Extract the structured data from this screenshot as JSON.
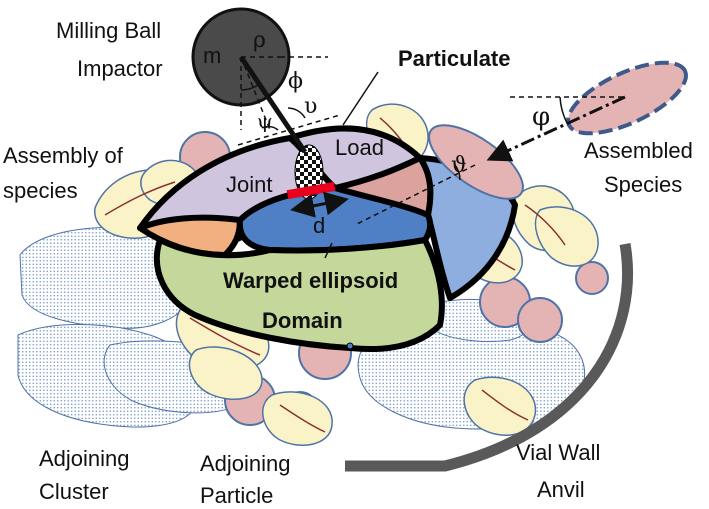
{
  "labels": {
    "milling_ball_line1": "Milling Ball",
    "milling_ball_line2": "Impactor",
    "mass_symbol": "m",
    "rho": "ρ",
    "phi": "ϕ",
    "upsilon": "υ",
    "psi": "ψ",
    "particulate": "Particulate",
    "load": "Load",
    "joint": "Joint",
    "d": "d",
    "assembly_line1": "Assembly of",
    "assembly_line2": "species",
    "assembled_line1": "Assembled",
    "assembled_line2": "Species",
    "varphi": "φ",
    "theta": "ϑ",
    "warped_line1": "Warped ellipsoid",
    "warped_line2": "Domain",
    "adjoining_cluster_line1": "Adjoining",
    "adjoining_cluster_line2": "Cluster",
    "adjoining_particle_line1": "Adjoining",
    "adjoining_particle_line2": "Particle",
    "vial_line1": "Vial Wall",
    "vial_line2": "Anvil"
  },
  "colors": {
    "ball": "#4a4a4a",
    "pink": "#e4b4b4",
    "petal": "#fbf3c8",
    "petal_edge": "#8a3030",
    "cluster_dots": "#7a9ccc",
    "green": "#c5d89b",
    "blue": "#4f7fc4",
    "lightblue": "#8eaee0",
    "lavender": "#cfc5de",
    "orange": "#f2b081",
    "salmon": "#dca39e",
    "red": "#e8001c",
    "wall": "#595959",
    "outline_blue": "#4f73a6"
  }
}
